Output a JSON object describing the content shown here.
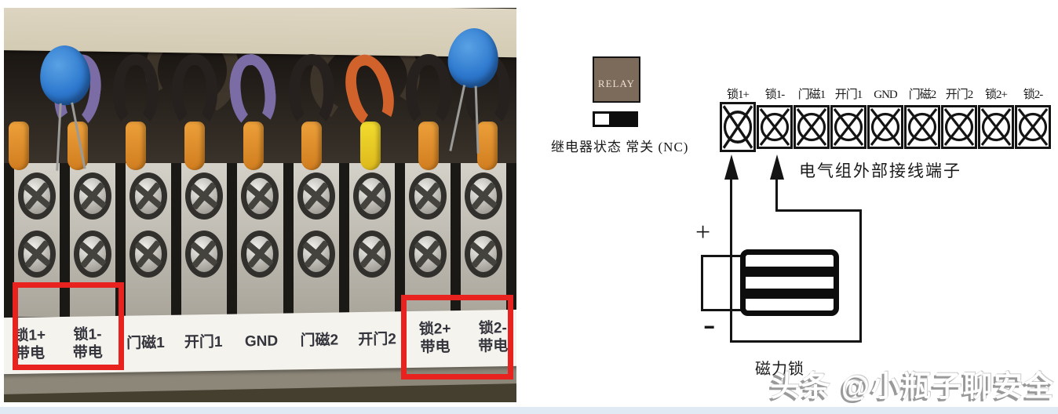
{
  "photo": {
    "labels": [
      {
        "t": "锁1+",
        "b": "带电"
      },
      {
        "t": "锁1-",
        "b": "带电"
      },
      {
        "t": "门磁1",
        "b": ""
      },
      {
        "t": "开门1",
        "b": ""
      },
      {
        "t": "GND",
        "b": ""
      },
      {
        "t": "门磁2",
        "b": ""
      },
      {
        "t": "开门2",
        "b": ""
      },
      {
        "t": "锁2+",
        "b": "带电"
      },
      {
        "t": "锁2-",
        "b": "带电"
      }
    ]
  },
  "diagram": {
    "relay_label": "RELAY",
    "relay_status": "继电器状态 常关 (NC)",
    "terminals": [
      "锁1+",
      "锁1-",
      "门磁1",
      "开门1",
      "GND",
      "门磁2",
      "开门2",
      "锁2+",
      "锁2-"
    ],
    "strip_caption": "电气组外部接线端子",
    "lock_plus": "+",
    "lock_minus": "-",
    "lock_label": "磁力锁"
  },
  "watermark": "头条 @小瓶子聊安全",
  "colors": {
    "highlight_red": "#e8231f",
    "relay_brown": "#7c6a5b",
    "capacitor_blue": "#2e79cf",
    "ferrule_orange": "#e8922e",
    "ferrule_yellow": "#ecd22a"
  }
}
